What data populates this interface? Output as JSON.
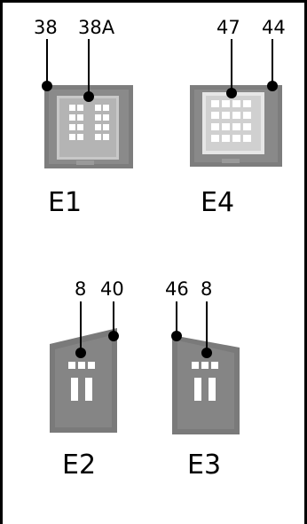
{
  "figure": {
    "components": [
      {
        "id": "E1",
        "caption": "E1",
        "callouts": [
          "38",
          "38A"
        ]
      },
      {
        "id": "E4",
        "caption": "E4",
        "callouts": [
          "47",
          "44"
        ]
      },
      {
        "id": "E2",
        "caption": "E2",
        "callouts": [
          "8",
          "40"
        ]
      },
      {
        "id": "E3",
        "caption": "E3",
        "callouts": [
          "46",
          "8"
        ]
      }
    ]
  }
}
